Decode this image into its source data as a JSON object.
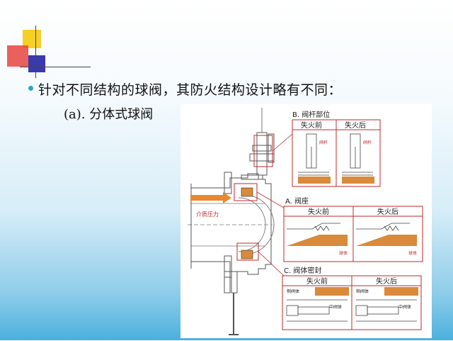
{
  "slide": {
    "bullet_text": "针对不同结构的球阀，其防火结构设计略有不同：",
    "subheading": "(a). 分体式球阀"
  },
  "figure": {
    "section_b": {
      "title": "B. 阀杆部位",
      "before": "失火前",
      "after": "失火后",
      "part_label_before": "阀杆",
      "part_label_after": "阀杆"
    },
    "section_a": {
      "title": "A. 阀座",
      "before": "失火前",
      "after": "失火后",
      "part_label_before": "球体",
      "part_label_after": "球体"
    },
    "section_c": {
      "title": "C. 阀体密封",
      "before": "失火前",
      "after": "失火后",
      "side_body_before": "侧阀体",
      "mid_body_before": "中阀体",
      "side_body_after": "侧阀体",
      "mid_body_after": "中阀体"
    },
    "flow_label": "介质压力"
  },
  "colors": {
    "accent_red": "#c0282d",
    "graphite": "#d98a3a",
    "bullet": "#2aa6c8"
  }
}
